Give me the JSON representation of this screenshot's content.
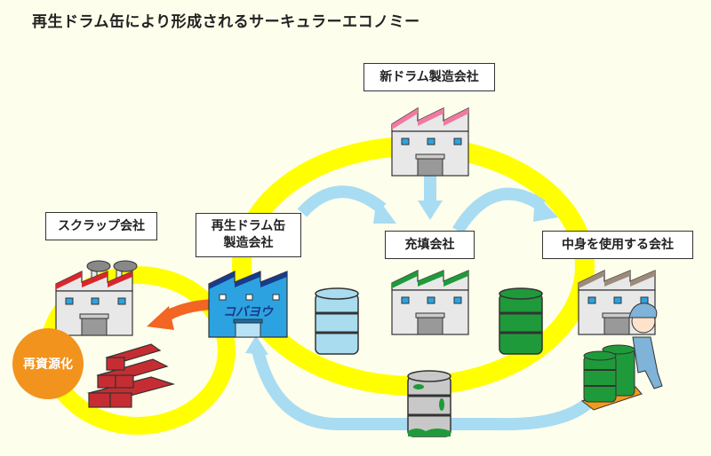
{
  "title": "再生ドラム缶により形成されるサーキュラーエコノミー",
  "nodes": {
    "new_drum_maker": {
      "label": "新ドラム製造会社",
      "roof_color": "#f07aa0"
    },
    "scrap_company": {
      "label": "スクラップ会社",
      "roof_color": "#d9262e"
    },
    "recycled_drum_maker": {
      "label": "再生ドラム缶\n製造会社",
      "label_line1": "再生ドラム缶",
      "label_line2": "製造会社",
      "brand": "コバヨウ",
      "color": "#2ca3e0"
    },
    "filling_company": {
      "label": "充填会社",
      "roof_color": "#1f9a3a"
    },
    "user_company": {
      "label": "中身を使用する会社",
      "roof_color": "#9c8a7a"
    }
  },
  "badges": {
    "recycling": {
      "label": "再資源化",
      "color": "#f2931e"
    }
  },
  "colors": {
    "background": "#fefeec",
    "main_loop": "#ffff00",
    "flow_arrow": "#a8dcf2",
    "scrap_arrow": "#f26522",
    "clean_drum": "#a9dcef",
    "full_drum": "#1f9a3a",
    "used_drum": "#c8c8c8",
    "steel": "#c62d33"
  },
  "items": {
    "clean_drum": "empty recycled drum",
    "full_drum": "filled drum",
    "used_drum": "used drum",
    "steel_beams": "scrap steel beams",
    "worker": "worker with hand truck"
  }
}
